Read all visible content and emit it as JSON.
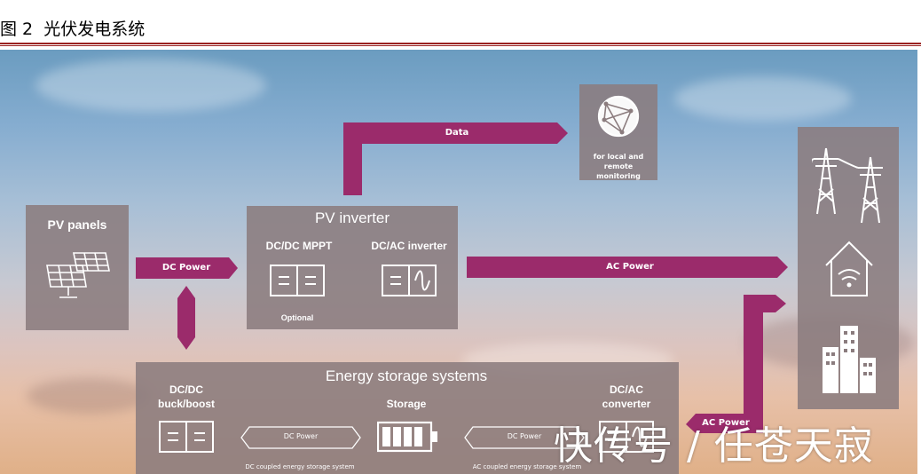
{
  "caption": {
    "figure_label": "图 2",
    "title": "光伏发电系统"
  },
  "pv_panels": {
    "label": "PV panels",
    "icon": "solar-panel-icon"
  },
  "arrows": {
    "dc_power": "DC Power",
    "data": "Data",
    "ac_power_main": "AC Power",
    "ac_power_storage": "AC Power"
  },
  "pv_inverter": {
    "title": "PV inverter",
    "dcdc_label": "DC/DC MPPT",
    "dcac_label": "DC/AC inverter",
    "optional": "Optional"
  },
  "monitoring": {
    "label": "for local and remote monitoring",
    "icon": "globe-network-icon"
  },
  "grid_column": {
    "icons": [
      "power-tower-icon",
      "home-wifi-icon",
      "buildings-icon"
    ]
  },
  "storage": {
    "title": "Energy storage systems",
    "dcdc_label_1": "DC/DC",
    "dcdc_label_2": "buck/boost",
    "storage_label": "Storage",
    "dcac_label_1": "DC/AC",
    "dcac_label_2": "converter",
    "left_flow": "DC Power",
    "right_flow": "DC Power",
    "dc_coupled": "DC coupled energy storage system",
    "ac_coupled": "AC coupled energy storage system"
  },
  "colors": {
    "accent": "#9b2b6b",
    "box": "#8b7c7e",
    "caption_rule": "#9a2220"
  },
  "watermark": "快传号 / 任苍天寂"
}
